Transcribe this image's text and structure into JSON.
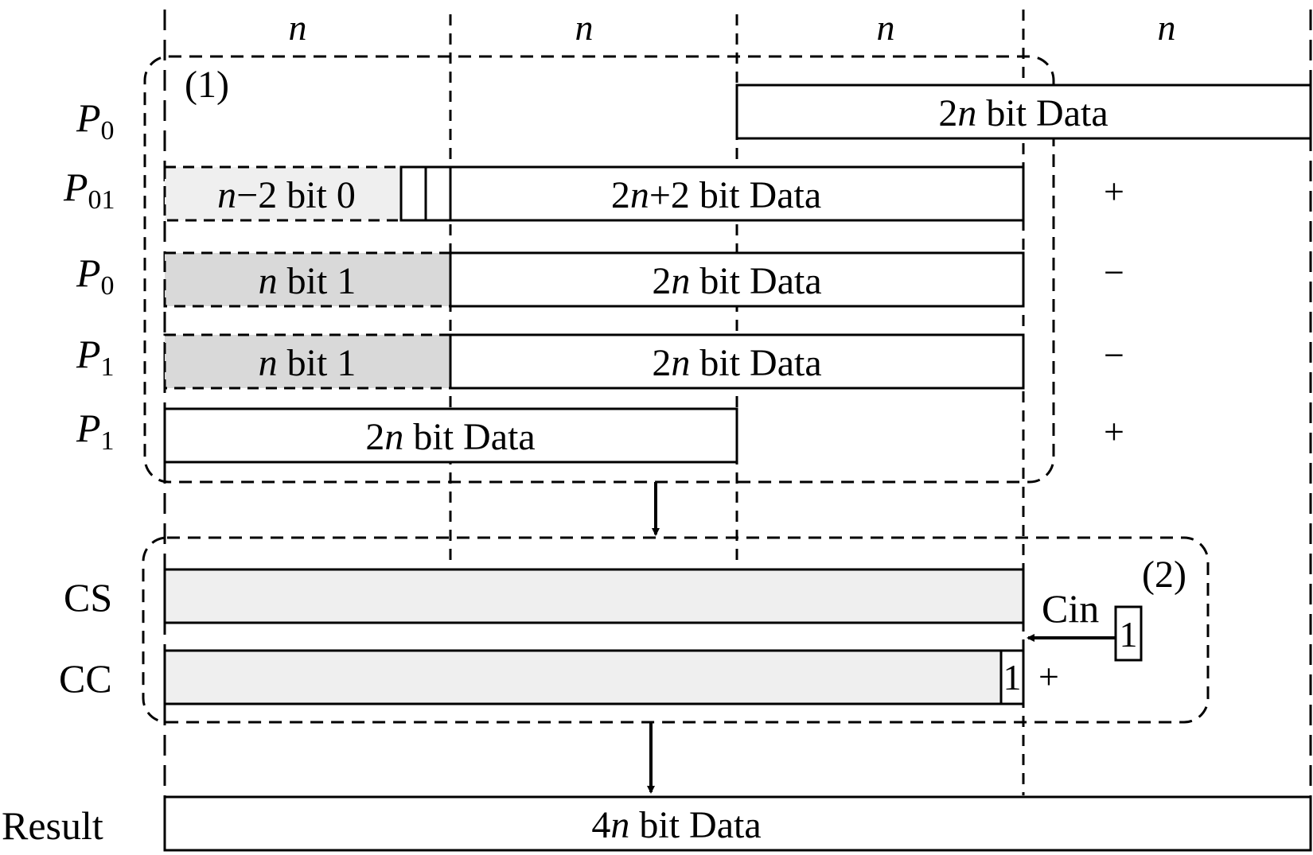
{
  "columns": {
    "col1": "n",
    "col2": "n",
    "col3": "n",
    "col4": "n"
  },
  "groups": {
    "group1": "(1)",
    "group2": "(2)"
  },
  "rows": {
    "r1": {
      "label": "P",
      "sub": "0",
      "data_num": "2",
      "data_var": "n",
      "data_text": " bit Data"
    },
    "r2": {
      "label": "P",
      "sub": "01",
      "fill_var": "n",
      "fill_text": "−2 bit 0",
      "data_num": "2",
      "data_var": "n",
      "data_text": "+2 bit Data",
      "op": "+"
    },
    "r3": {
      "label": "P",
      "sub": "0",
      "fill_var": "n",
      "fill_text": " bit 1",
      "data_num": "2",
      "data_var": "n",
      "data_text": " bit Data",
      "op": "−"
    },
    "r4": {
      "label": "P",
      "sub": "1",
      "fill_var": "n",
      "fill_text": " bit 1",
      "data_num": "2",
      "data_var": "n",
      "data_text": " bit Data",
      "op": "−"
    },
    "r5": {
      "label": "P",
      "sub": "1",
      "data_num": "2",
      "data_var": "n",
      "data_text": " bit Data",
      "op": "+"
    }
  },
  "cs": {
    "label": "CS"
  },
  "cc": {
    "label": "CC",
    "bit": "1",
    "op": "+"
  },
  "cin": {
    "label": "Cin",
    "bit": "1"
  },
  "result": {
    "label": "Result",
    "data_num": "4",
    "data_var": "n",
    "data_text": " bit Data"
  },
  "colors": {
    "stroke": "#000000",
    "light_fill": "#efefef",
    "gray_fill": "#d9d9d9",
    "background": "#ffffff"
  }
}
